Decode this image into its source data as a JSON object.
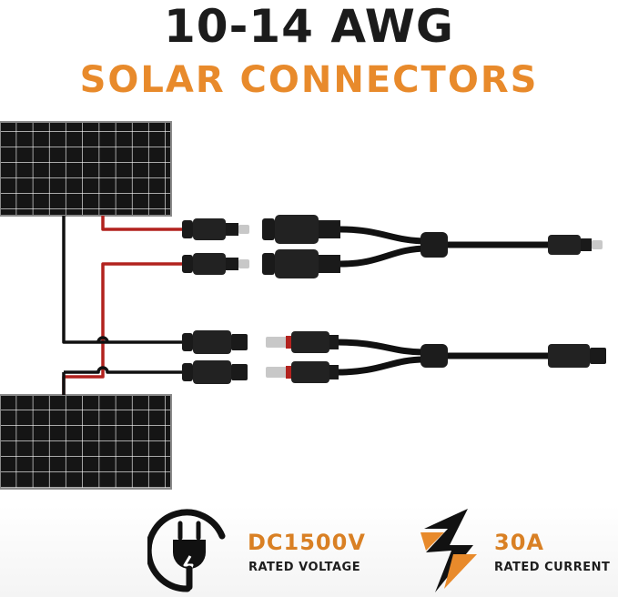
{
  "header": {
    "title_line1": "10-14 AWG",
    "title_line2": "SOLAR CONNECTORS"
  },
  "specs": [
    {
      "value": "DC1500V",
      "label": "RATED VOLTAGE",
      "icon": "power-plug-icon"
    },
    {
      "value": "30A",
      "label": "RATED CURRENT",
      "icon": "lightning-bolt-icon"
    }
  ],
  "colors": {
    "accent": "#e88a2b",
    "title_dark": "#1b1b1b",
    "cable_black": "#111111",
    "cable_red": "#b2221e",
    "panel_cell": "#151515",
    "panel_grid": "#ffffff",
    "spec_value": "#d98024"
  }
}
